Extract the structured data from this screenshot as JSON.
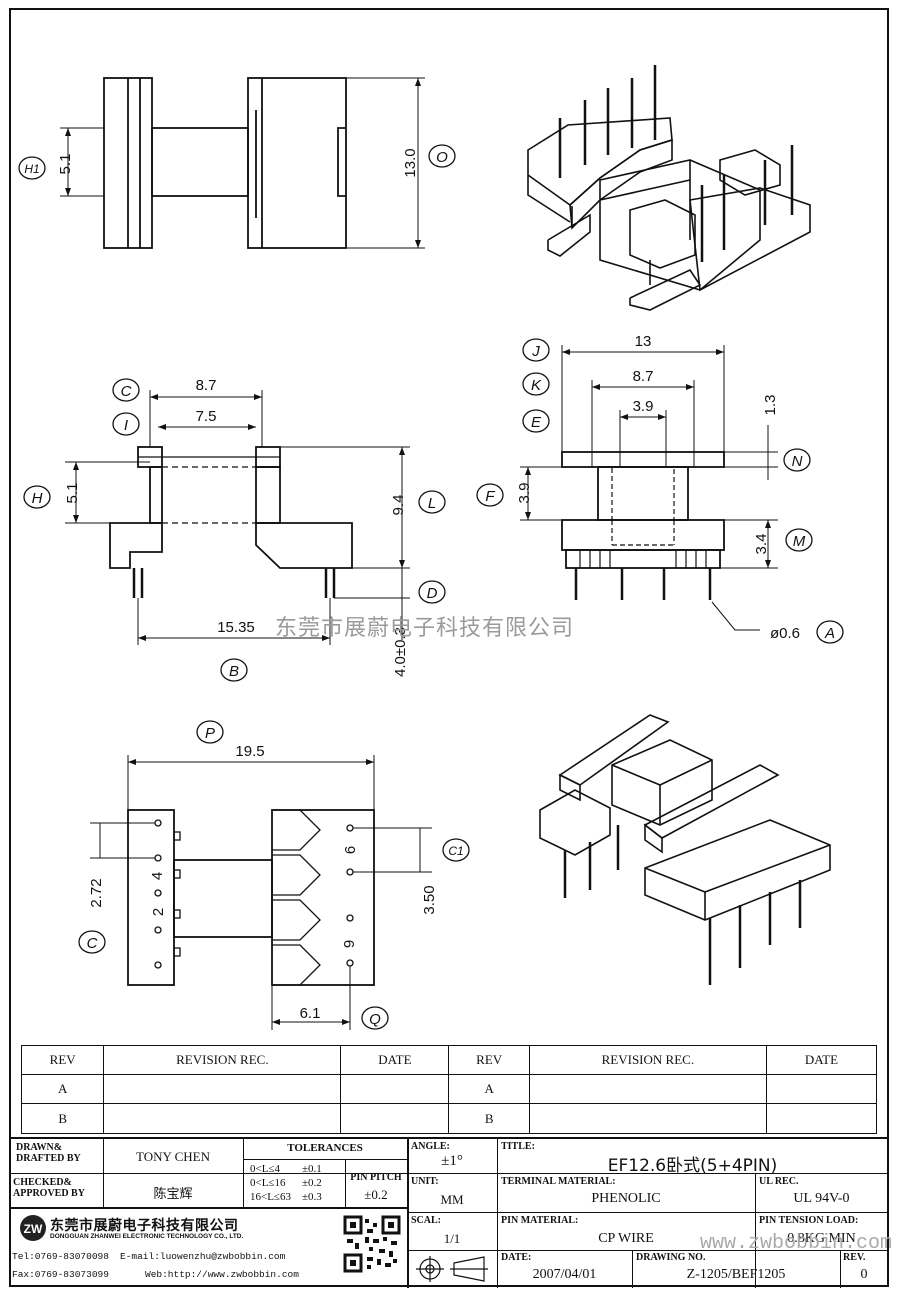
{
  "watermark": "东莞市展蔚电子科技有限公司",
  "watermark_url": "www.zwbobbin.com",
  "top_view": {
    "dim_h1_value": "5.1",
    "dim_o_value": "13.0",
    "label_h1": "H1",
    "label_o": "O"
  },
  "side_view": {
    "dim_c": "8.7",
    "dim_i": "7.5",
    "dim_h": "5.1",
    "dim_l": "9.4",
    "dim_b": "15.35",
    "dim_d": "4.0±0.3",
    "label_c": "C",
    "label_i": "I",
    "label_h": "H",
    "label_l": "L",
    "label_d": "D",
    "label_b": "B"
  },
  "front_view": {
    "dim_j": "13",
    "dim_k": "8.7",
    "dim_e": "3.9",
    "dim_n": "1.3",
    "dim_f": "3.9",
    "dim_m": "3.4",
    "dim_a": "ø0.6",
    "label_j": "J",
    "label_k": "K",
    "label_e": "E",
    "label_n": "N",
    "label_f": "F",
    "label_m": "M",
    "label_a": "A"
  },
  "bottom_view": {
    "dim_p": "19.5",
    "dim_c": "2.72",
    "dim_c1": "3.50",
    "dim_q": "6.1",
    "label_p": "P",
    "label_c": "C",
    "label_c1": "C1",
    "label_q": "Q",
    "pin_labels": [
      "4",
      "2",
      "6",
      "9"
    ]
  },
  "revision_table": {
    "headers": [
      "REV",
      "REVISION REC.",
      "DATE",
      "REV",
      "REVISION REC.",
      "DATE"
    ],
    "rows": [
      [
        "A",
        "",
        "",
        "A",
        "",
        ""
      ],
      [
        "B",
        "",
        "",
        "B",
        "",
        ""
      ]
    ]
  },
  "title_block": {
    "drawn_label": "DRAWN&\nDRAFTED BY",
    "drawn_value": "TONY CHEN",
    "checked_label": "CHECKED&\nAPPROVED BY",
    "checked_value": "陈宝辉",
    "tolerances_label": "TOLERANCES",
    "tolerance_rows": [
      [
        "0<L≤4",
        "±0.1"
      ],
      [
        "0<L≤16",
        "±0.2"
      ],
      [
        "16<L≤63",
        "±0.3"
      ]
    ],
    "pin_pitch_label": "PIN PITCH",
    "pin_pitch_value": "±0.2",
    "angle_label": "ANGLE:",
    "angle_value": "±1°",
    "unit_label": "UNIT:",
    "unit_value": "MM",
    "scale_label": "SCAL:",
    "scale_value": "1/1",
    "title_label": "TITLE:",
    "title_value": "EF12.6卧式(5+4PIN)",
    "terminal_label": "TERMINAL MATERIAL:",
    "terminal_value": "PHENOLIC",
    "ul_label": "UL REC.",
    "ul_value": "UL 94V-0",
    "pin_material_label": "PIN MATERIAL:",
    "pin_material_value": "CP WIRE",
    "tension_label": "PIN TENSION LOAD:",
    "tension_value": "0.8KG MIN",
    "date_label": "DATE:",
    "date_value": "2007/04/01",
    "drawing_label": "DRAWING NO.",
    "drawing_value": "Z-1205/BEF1205",
    "rev_label": "REV.",
    "rev_value": "0",
    "company_cn": "东莞市展蔚电子科技有限公司",
    "company_en": "DONGGUAN ZHANWEI ELECTRONIC TECHNOLOGY CO., LTD.",
    "tel": "Tel:0769-83070098",
    "email": "E-mail:luowenzhu@zwbobbin.com",
    "fax": "Fax:0769-83073099",
    "web": "Web:http://www.zwbobbin.com"
  }
}
